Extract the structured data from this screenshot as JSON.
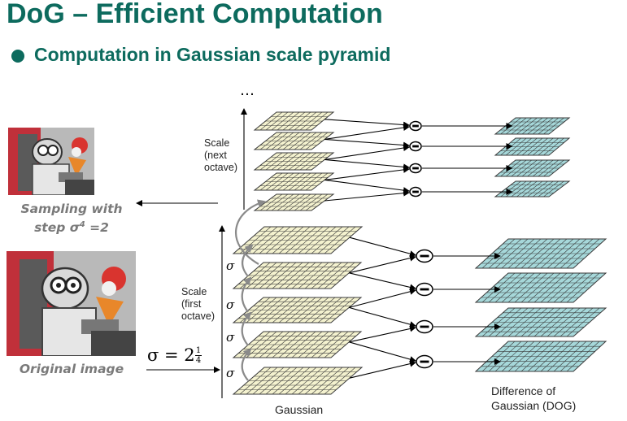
{
  "title": "DoG – Efficient Computation",
  "bullet": "Computation in Gaussian scale pyramid",
  "left": {
    "sampling_line1": "Sampling with",
    "sampling_line2_prefix": "step σ",
    "sampling_exp": "4",
    "sampling_line2_suffix": " =2",
    "original_label": "Original image"
  },
  "equation": {
    "lhs": "σ = 2",
    "exp_num": "1",
    "exp_den": "4"
  },
  "next_octave": {
    "ellipsis": "…",
    "line1": "Scale",
    "line2": "(next",
    "line3": "octave)"
  },
  "first_octave": {
    "line1": "Scale",
    "line2": "(first",
    "line3": "octave)"
  },
  "sigma_symbol": "σ",
  "minus_symbol": "−",
  "bottom": {
    "gaussian": "Gaussian",
    "dog_line1": "Difference of",
    "dog_line2": "Gaussian (DOG)"
  },
  "colors": {
    "title": "#0d6b5e",
    "gaussian_grid": "#f4f2cf",
    "dog_grid": "#a6d8da",
    "grid_line": "#3a3a3a"
  },
  "icons": [
    "left-arrow-icon",
    "subtract-operator-icon",
    "photo-thumbnail-icon"
  ]
}
